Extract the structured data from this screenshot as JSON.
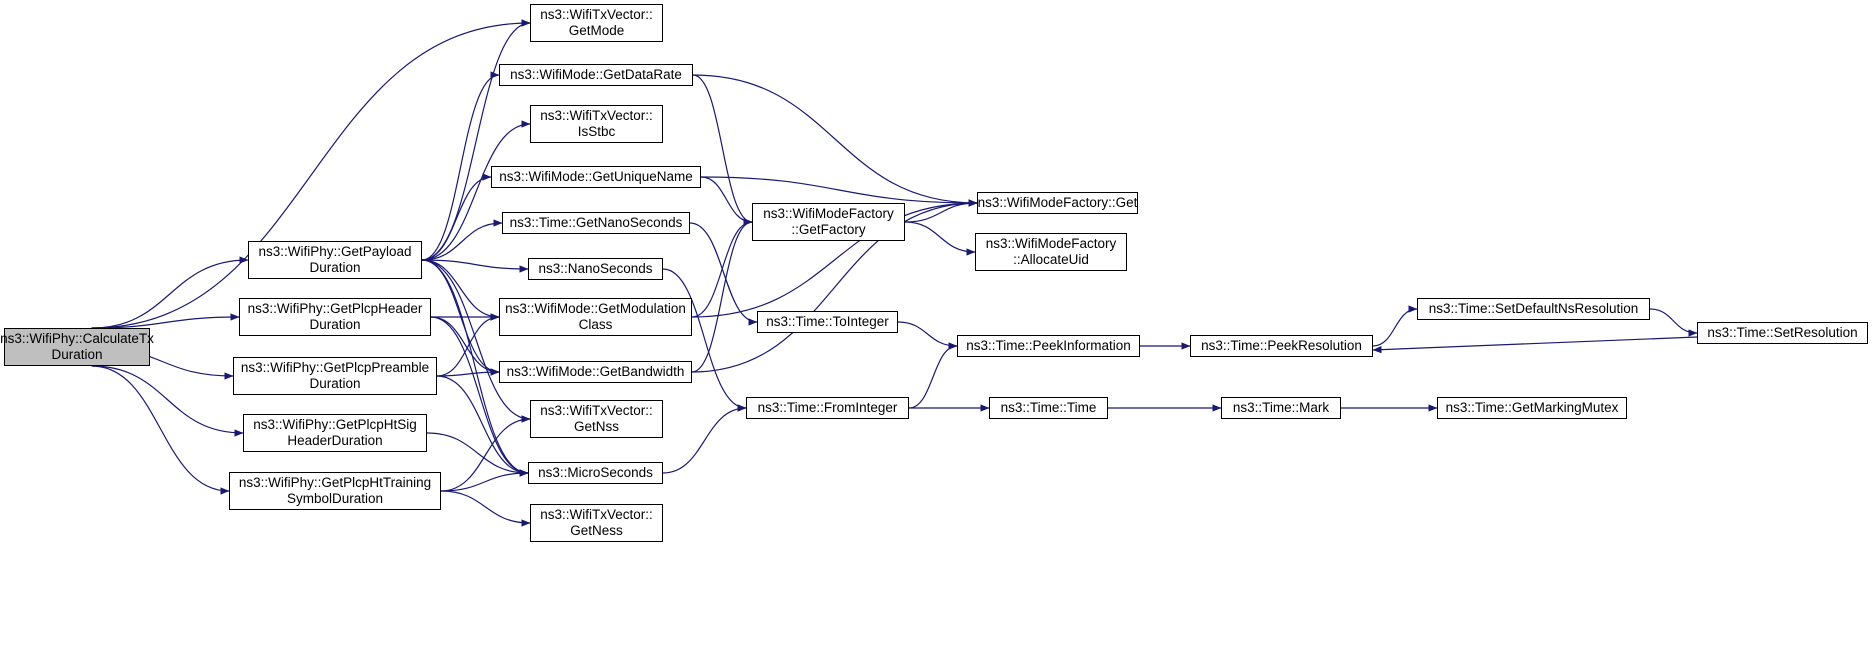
{
  "colors": {
    "edge": "#191970",
    "node_border": "#000000",
    "root_fill": "#bfbfbf",
    "node_fill": "#ffffff"
  },
  "nodes": {
    "calc_tx": {
      "lines": [
        "ns3::WifiPhy::CalculateTx",
        "Duration"
      ]
    },
    "getmode": {
      "lines": [
        "ns3::WifiTxVector::",
        "GetMode"
      ]
    },
    "getdatarate": {
      "lines": [
        "ns3::WifiMode::GetDataRate"
      ]
    },
    "isstbc": {
      "lines": [
        "ns3::WifiTxVector::",
        "IsStbc"
      ]
    },
    "uniquename": {
      "lines": [
        "ns3::WifiMode::GetUniqueName"
      ]
    },
    "nanoseconds_get": {
      "lines": [
        "ns3::Time::GetNanoSeconds"
      ]
    },
    "payload": {
      "lines": [
        "ns3::WifiPhy::GetPayload",
        "Duration"
      ]
    },
    "nanoseconds": {
      "lines": [
        "ns3::NanoSeconds"
      ]
    },
    "plcpheader": {
      "lines": [
        "ns3::WifiPhy::GetPlcpHeader",
        "Duration"
      ]
    },
    "modclass": {
      "lines": [
        "ns3::WifiMode::GetModulation",
        "Class"
      ]
    },
    "preamble": {
      "lines": [
        "ns3::WifiPhy::GetPlcpPreamble",
        "Duration"
      ]
    },
    "bandwidth": {
      "lines": [
        "ns3::WifiMode::GetBandwidth"
      ]
    },
    "htsig": {
      "lines": [
        "ns3::WifiPhy::GetPlcpHtSig",
        "HeaderDuration"
      ]
    },
    "getnss": {
      "lines": [
        "ns3::WifiTxVector::",
        "GetNss"
      ]
    },
    "microseconds": {
      "lines": [
        "ns3::MicroSeconds"
      ]
    },
    "httraining": {
      "lines": [
        "ns3::WifiPhy::GetPlcpHtTraining",
        "SymbolDuration"
      ]
    },
    "getness": {
      "lines": [
        "ns3::WifiTxVector::",
        "GetNess"
      ]
    },
    "getfactory": {
      "lines": [
        "ns3::WifiModeFactory",
        "::GetFactory"
      ]
    },
    "factoryget": {
      "lines": [
        "ns3::WifiModeFactory::Get"
      ]
    },
    "allocuid": {
      "lines": [
        "ns3::WifiModeFactory",
        "::AllocateUid"
      ]
    },
    "tointeger": {
      "lines": [
        "ns3::Time::ToInteger"
      ]
    },
    "frominteger": {
      "lines": [
        "ns3::Time::FromInteger"
      ]
    },
    "peekinfo": {
      "lines": [
        "ns3::Time::PeekInformation"
      ]
    },
    "time": {
      "lines": [
        "ns3::Time::Time"
      ]
    },
    "peekres": {
      "lines": [
        "ns3::Time::PeekResolution"
      ]
    },
    "setdefault": {
      "lines": [
        "ns3::Time::SetDefaultNsResolution"
      ]
    },
    "setres": {
      "lines": [
        "ns3::Time::SetResolution"
      ]
    },
    "mark": {
      "lines": [
        "ns3::Time::Mark"
      ]
    },
    "markingmutex": {
      "lines": [
        "ns3::Time::GetMarkingMutex"
      ]
    }
  },
  "edges": [
    [
      "calc_tx",
      "getmode"
    ],
    [
      "calc_tx",
      "payload"
    ],
    [
      "calc_tx",
      "plcpheader"
    ],
    [
      "calc_tx",
      "preamble"
    ],
    [
      "calc_tx",
      "htsig"
    ],
    [
      "calc_tx",
      "httraining"
    ],
    [
      "payload",
      "getmode"
    ],
    [
      "payload",
      "getdatarate"
    ],
    [
      "payload",
      "isstbc"
    ],
    [
      "payload",
      "uniquename"
    ],
    [
      "payload",
      "nanoseconds_get"
    ],
    [
      "payload",
      "nanoseconds"
    ],
    [
      "payload",
      "modclass"
    ],
    [
      "payload",
      "bandwidth"
    ],
    [
      "payload",
      "getnss"
    ],
    [
      "payload",
      "microseconds"
    ],
    [
      "plcpheader",
      "modclass"
    ],
    [
      "plcpheader",
      "bandwidth"
    ],
    [
      "plcpheader",
      "microseconds"
    ],
    [
      "preamble",
      "modclass"
    ],
    [
      "preamble",
      "bandwidth"
    ],
    [
      "preamble",
      "microseconds"
    ],
    [
      "htsig",
      "microseconds"
    ],
    [
      "httraining",
      "getnss"
    ],
    [
      "httraining",
      "microseconds"
    ],
    [
      "httraining",
      "getness"
    ],
    [
      "getdatarate",
      "getfactory"
    ],
    [
      "getdatarate",
      "factoryget"
    ],
    [
      "uniquename",
      "getfactory"
    ],
    [
      "uniquename",
      "factoryget"
    ],
    [
      "modclass",
      "getfactory"
    ],
    [
      "modclass",
      "factoryget"
    ],
    [
      "bandwidth",
      "getfactory"
    ],
    [
      "bandwidth",
      "factoryget"
    ],
    [
      "getfactory",
      "factoryget"
    ],
    [
      "getfactory",
      "allocuid"
    ],
    [
      "nanoseconds_get",
      "tointeger"
    ],
    [
      "nanoseconds",
      "frominteger"
    ],
    [
      "microseconds",
      "frominteger"
    ],
    [
      "tointeger",
      "peekinfo"
    ],
    [
      "frominteger",
      "peekinfo"
    ],
    [
      "frominteger",
      "time"
    ],
    [
      "peekinfo",
      "peekres"
    ],
    [
      "peekres",
      "setdefault"
    ],
    [
      "setdefault",
      "setres"
    ],
    [
      "setres",
      "peekres"
    ],
    [
      "time",
      "mark"
    ],
    [
      "mark",
      "markingmutex"
    ]
  ]
}
